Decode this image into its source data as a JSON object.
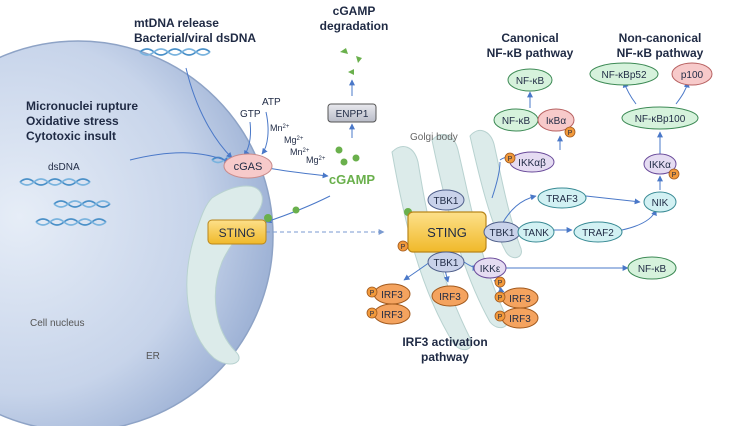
{
  "labels": {
    "nucleus_title_1": "Micronuclei rupture",
    "nucleus_title_2": "Oxidative stress",
    "nucleus_title_3": "Cytotoxic insult",
    "dsdna": "dsDNA",
    "cell_nucleus": "Cell nucleus",
    "er": "ER",
    "mtdna_1": "mtDNA release",
    "mtdna_2": "Bacterial/viral dsDNA",
    "degradation_1": "cGAMP",
    "degradation_2": "degradation",
    "canonical_1": "Canonical",
    "canonical_2": "NF-κB pathway",
    "noncanonical_1": "Non-canonical",
    "noncanonical_2": "NF-κB pathway",
    "golgi": "Golgi body",
    "irf3_path_1": "IRF3 activation",
    "irf3_path_2": "pathway",
    "gtp": "GTP",
    "atp": "ATP",
    "mn1": "Mn",
    "mg1": "Mg",
    "mn2": "Mn",
    "mg2": "Mg",
    "ion_sup": "2+",
    "cgamp": "cGAMP",
    "phospho": "P"
  },
  "nodes": {
    "cgas": "cGAS",
    "enpp1": "ENPP1",
    "sting_er": "STING",
    "sting_golgi": "STING",
    "tbk1_top": "TBK1",
    "tbk1_bottom": "TBK1",
    "tbk1_right": "TBK1",
    "tank": "TANK",
    "traf3": "TRAF3",
    "traf2": "TRAF2",
    "nik": "NIK",
    "ikka": "IKKα",
    "ikkab": "IKKαβ",
    "nfkb_top": "NF-κB",
    "nfkb_mid": "NF-κB",
    "ikba": "IκBα",
    "nfkbp52": "NF-κBp52",
    "p100": "p100",
    "nfkbp100": "NF-κBp100",
    "ikke": "IKKε",
    "nfkb_right": "NF-κB",
    "irf3_a": "IRF3",
    "irf3_b": "IRF3",
    "irf3_c": "IRF3",
    "irf3_d": "IRF3",
    "irf3_e": "IRF3"
  },
  "colors": {
    "nucleus": "#b7c8e3",
    "golgi": "#dcebea",
    "sting": "#f5c542",
    "tbk1": "#c9d2ea",
    "green_node": "#d6f2dc",
    "pink_node": "#f7caca",
    "teal_node": "#d2f1f3",
    "purple_node": "#e5dcf2",
    "irf3": "#f4a35f",
    "phospho": "#f29a3c",
    "cgamp": "#6ab04c",
    "arrow": "#4a78c8",
    "dna": "#4a90c8"
  }
}
